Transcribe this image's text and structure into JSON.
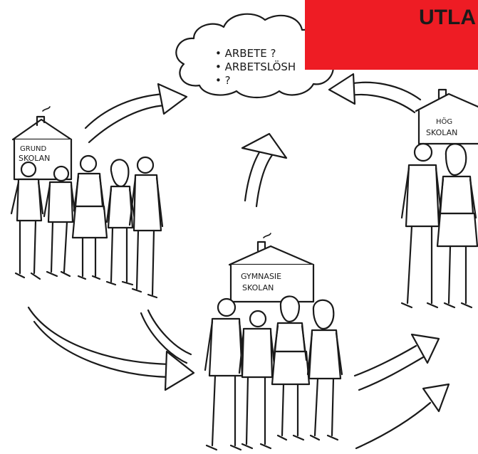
{
  "cloud": {
    "items": [
      "• ARBETE ?",
      "• ARBETSLÖSH",
      "• ?"
    ]
  },
  "banner": {
    "text": "UTLA",
    "color": "#ee1c24"
  },
  "schools": {
    "grundskolan": [
      "GRUND",
      "SKOLAN"
    ],
    "gymnasieskolan": [
      "GYMNASIE",
      "SKOLAN"
    ],
    "hogskolan": [
      "HÖG",
      "SKOLAN"
    ]
  }
}
